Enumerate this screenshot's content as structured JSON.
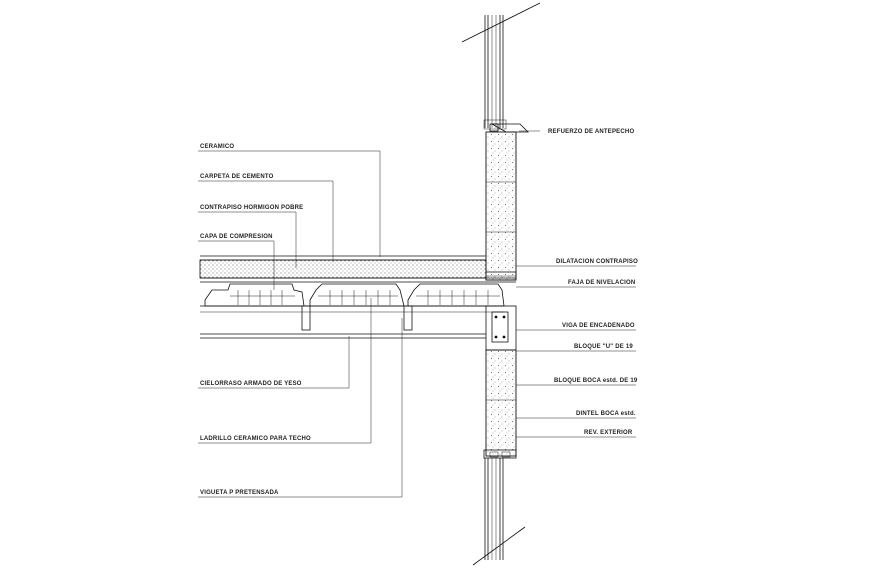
{
  "left_labels": [
    {
      "id": "ceramico",
      "text": "CERAMICO"
    },
    {
      "id": "carpeta",
      "text": "CARPETA DE CEMENTO"
    },
    {
      "id": "contrapiso",
      "text": "CONTRAPISO HORMIGON POBRE"
    },
    {
      "id": "capa",
      "text": "CAPA DE COMPRESION"
    },
    {
      "id": "cielorraso",
      "text": "CIELORRASO ARMADO DE YESO"
    },
    {
      "id": "ladrillo",
      "text": "LADRILLO CERAMICO PARA TECHO"
    },
    {
      "id": "vigueta",
      "text": "VIGUETA P PRETENSADA"
    }
  ],
  "right_labels": [
    {
      "id": "refuerzo",
      "text": "REFUERZO DE ANTEPECHO"
    },
    {
      "id": "dilatacion",
      "text": "DILATACION CONTRAPISO"
    },
    {
      "id": "faja",
      "text": "FAJA DE NIVELACION"
    },
    {
      "id": "viga",
      "text": "VIGA DE ENCADENADO"
    },
    {
      "id": "bloque_u",
      "text": "BLOQUE \"U\" DE 19"
    },
    {
      "id": "bloque_boca",
      "text": "BLOQUE BOCA estd. DE 19"
    },
    {
      "id": "dintel",
      "text": "DINTEL BOCA estd."
    },
    {
      "id": "rev",
      "text": "REV. EXTERIOR"
    }
  ],
  "colors": {
    "line": "#111111",
    "text": "#222222",
    "background": "#ffffff"
  }
}
